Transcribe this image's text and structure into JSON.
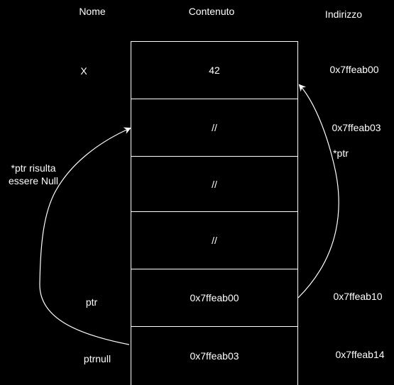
{
  "headers": {
    "name": "Nome",
    "content": "Contenuto",
    "address": "Indirizzo"
  },
  "rows": [
    {
      "name": "X",
      "content": "42",
      "address": "0x7ffeab00"
    },
    {
      "name": "",
      "content": "//",
      "address": "0x7ffeab03"
    },
    {
      "name": "",
      "content": "//",
      "address": ""
    },
    {
      "name": "",
      "content": "//",
      "address": ""
    },
    {
      "name": "ptr",
      "content": "0x7ffeab00",
      "address": "0x7ffeab10"
    },
    {
      "name": "ptrnull",
      "content": "0x7ffeab03",
      "address": "0x7ffeab14"
    }
  ],
  "annotations": {
    "deref_ptr": "*ptr",
    "null_line1": "*ptr risulta",
    "null_line2": "essere Null"
  },
  "colors": {
    "background": "#000000",
    "foreground": "#ffffff"
  }
}
